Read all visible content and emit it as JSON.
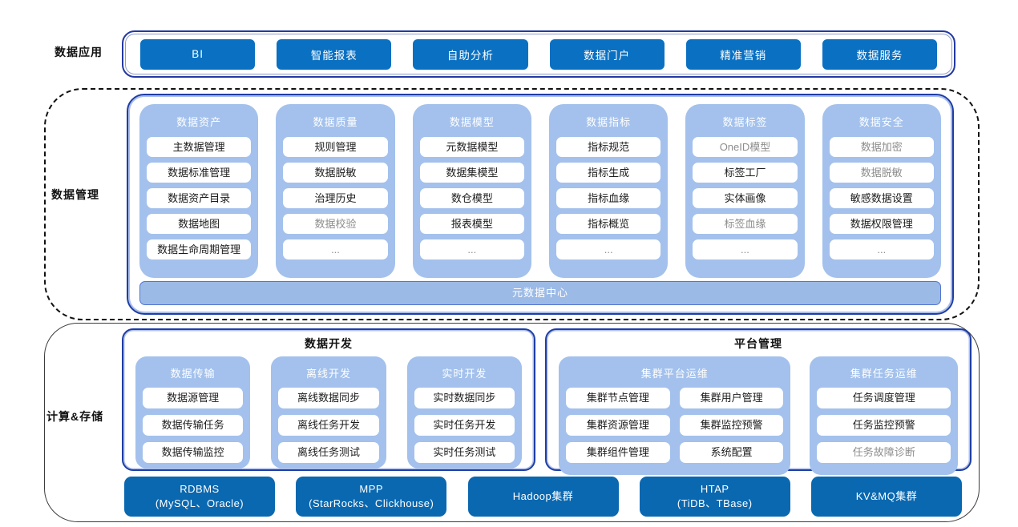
{
  "colors": {
    "accent_dark_blue": "#0a70c2",
    "storage_blue": "#0a68b0",
    "panel_light_blue": "#a3c1ec",
    "border_royal_blue": "#1e3da6",
    "meta_bar_blue": "#9cbae6",
    "muted_text": "#8d8d8d"
  },
  "sections": {
    "applications_label": "数据应用",
    "management_label": "数据管理",
    "compute_label": "计算&存储"
  },
  "app_buttons": [
    {
      "label": "BI"
    },
    {
      "label": "智能报表"
    },
    {
      "label": "自助分析"
    },
    {
      "label": "数据门户"
    },
    {
      "label": "精准营销"
    },
    {
      "label": "数据服务"
    }
  ],
  "management": {
    "columns": [
      {
        "title": "数据资产",
        "items": [
          {
            "label": "主数据管理",
            "muted": false
          },
          {
            "label": "数据标准管理",
            "muted": false
          },
          {
            "label": "数据资产目录",
            "muted": false
          },
          {
            "label": "数据地图",
            "muted": false
          },
          {
            "label": "数据生命周期管理",
            "muted": false
          }
        ]
      },
      {
        "title": "数据质量",
        "items": [
          {
            "label": "规则管理",
            "muted": false
          },
          {
            "label": "数据脱敏",
            "muted": false
          },
          {
            "label": "治理历史",
            "muted": false
          },
          {
            "label": "数据校验",
            "muted": true
          },
          {
            "label": "...",
            "muted": true
          }
        ]
      },
      {
        "title": "数据模型",
        "items": [
          {
            "label": "元数据模型",
            "muted": false
          },
          {
            "label": "数据集模型",
            "muted": false
          },
          {
            "label": "数仓模型",
            "muted": false
          },
          {
            "label": "报表模型",
            "muted": false
          },
          {
            "label": "...",
            "muted": true
          }
        ]
      },
      {
        "title": "数据指标",
        "items": [
          {
            "label": "指标规范",
            "muted": false
          },
          {
            "label": "指标生成",
            "muted": false
          },
          {
            "label": "指标血缘",
            "muted": false
          },
          {
            "label": "指标概览",
            "muted": false
          },
          {
            "label": "...",
            "muted": true
          }
        ]
      },
      {
        "title": "数据标签",
        "items": [
          {
            "label": "OneID模型",
            "muted": true
          },
          {
            "label": "标签工厂",
            "muted": false
          },
          {
            "label": "实体画像",
            "muted": false
          },
          {
            "label": "标签血缘",
            "muted": true
          },
          {
            "label": "...",
            "muted": true
          }
        ]
      },
      {
        "title": "数据安全",
        "items": [
          {
            "label": "数据加密",
            "muted": true
          },
          {
            "label": "数据脱敏",
            "muted": true
          },
          {
            "label": "敏感数据设置",
            "muted": false
          },
          {
            "label": "数据权限管理",
            "muted": false
          },
          {
            "label": "...",
            "muted": true
          }
        ]
      }
    ],
    "footer": "元数据中心"
  },
  "development": {
    "title": "数据开发",
    "columns": [
      {
        "title": "数据传输",
        "items": [
          {
            "label": "数据源管理",
            "muted": false
          },
          {
            "label": "数据传输任务",
            "muted": false
          },
          {
            "label": "数据传输监控",
            "muted": false
          }
        ]
      },
      {
        "title": "离线开发",
        "items": [
          {
            "label": "离线数据同步",
            "muted": false
          },
          {
            "label": "离线任务开发",
            "muted": false
          },
          {
            "label": "离线任务测试",
            "muted": false
          }
        ]
      },
      {
        "title": "实时开发",
        "items": [
          {
            "label": "实时数据同步",
            "muted": false
          },
          {
            "label": "实时任务开发",
            "muted": false
          },
          {
            "label": "实时任务测试",
            "muted": false
          }
        ]
      }
    ]
  },
  "platform": {
    "title": "平台管理",
    "columns": [
      {
        "title": "集群平台运维",
        "cols": 2,
        "items": [
          {
            "label": "集群节点管理",
            "muted": false
          },
          {
            "label": "集群用户管理",
            "muted": false
          },
          {
            "label": "集群资源管理",
            "muted": false
          },
          {
            "label": "集群监控预警",
            "muted": false
          },
          {
            "label": "集群组件管理",
            "muted": false
          },
          {
            "label": "系统配置",
            "muted": false
          }
        ]
      },
      {
        "title": "集群任务运维",
        "cols": 1,
        "items": [
          {
            "label": "任务调度管理",
            "muted": false
          },
          {
            "label": "任务监控预警",
            "muted": false
          },
          {
            "label": "任务故障诊断",
            "muted": true
          }
        ]
      }
    ]
  },
  "storage_boxes": [
    {
      "line1": "RDBMS",
      "line2": "(MySQL、Oracle)"
    },
    {
      "line1": "MPP",
      "line2": "(StarRocks、Clickhouse)"
    },
    {
      "line1": "Hadoop集群",
      "line2": ""
    },
    {
      "line1": "HTAP",
      "line2": "(TiDB、TBase)"
    },
    {
      "line1": "KV&MQ集群",
      "line2": ""
    }
  ]
}
